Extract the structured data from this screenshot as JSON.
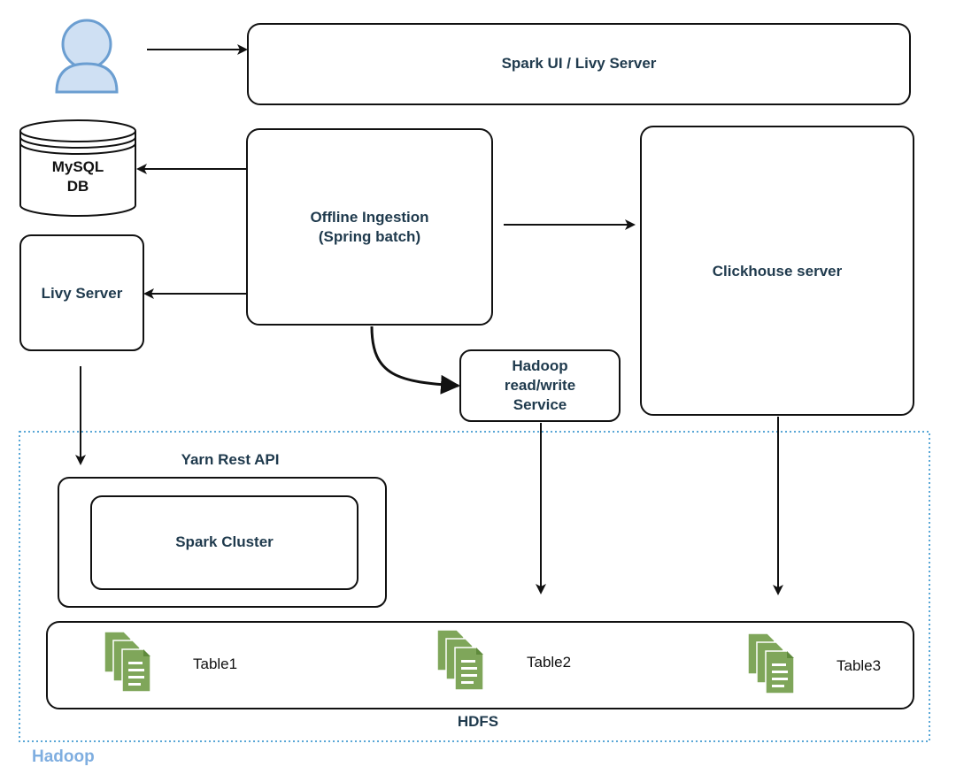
{
  "nodes": {
    "spark_ui": "Spark UI / Livy Server",
    "mysql_line1": "MySQL",
    "mysql_line2": "DB",
    "offline_line1": "Offline Ingestion",
    "offline_line2": "(Spring batch)",
    "livy": "Livy Server",
    "clickhouse": "Clickhouse server",
    "hadoop_rw_line1": "Hadoop",
    "hadoop_rw_line2": "read/write",
    "hadoop_rw_line3": "Service",
    "yarn": "Yarn Rest API",
    "spark_cluster": "Spark Cluster",
    "hdfs": "HDFS",
    "hadoop": "Hadoop"
  },
  "tables": [
    "Table1",
    "Table2",
    "Table3"
  ],
  "icons": {
    "user": "user-icon",
    "database": "database-icon",
    "file": "file-stack-icon"
  },
  "colors": {
    "box_stroke": "#111111",
    "label_text": "#1f3a4d",
    "hadoop_border": "#5aa7d6",
    "hadoop_label": "#7faee0",
    "user_fill": "#cfe0f3",
    "user_stroke": "#6b9ed1",
    "file_fill": "#7fa65a",
    "file_dark": "#5f8a3c"
  }
}
